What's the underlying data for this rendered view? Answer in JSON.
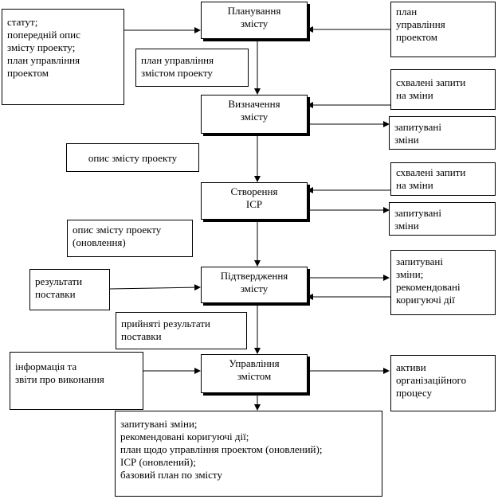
{
  "processes": {
    "planning": "Планування\nзмісту",
    "definition": "Визначення\nзмісту",
    "create_wbs": "Створення\nІСР",
    "verification": "Підтвердження\nзмісту",
    "control": "Управління\nзмістом"
  },
  "inputs": {
    "charter": "статут;\nпопередній опис\nзмісту проекту;\nплан управління\nпроектом",
    "plan_mgmt_project": "план\nуправління\nпроектом",
    "plan_mgmt_scope": "план управління\nзмістом проекту",
    "approved_changes_1": "схвалені запити\nна зміни",
    "requested_changes_1": "запитувані\nзміни",
    "scope_statement": "опис змісту проекту",
    "approved_changes_2": "схвалені запити\nна зміни",
    "requested_changes_2": "запитувані\nзміни",
    "scope_statement_updated": "опис змісту проекту\n(оновлення)",
    "deliverables": "результати\nпоставки",
    "requested_recommended": "запитувані\nзміни;\nрекомендовані\nкоригуючі дії",
    "accepted_deliverables": "прийняті результати\nпоставки",
    "work_performance": "інформація та\nзвіти про виконання",
    "org_assets": "активи\nорганізаційного\nпроцесу",
    "final_outputs": "запитувані зміни;\nрекомендовані коригуючі дії;\nплан щодо управління проектом (оновлений);\nІСР (оновлений);\nбазовий план по змісту"
  }
}
